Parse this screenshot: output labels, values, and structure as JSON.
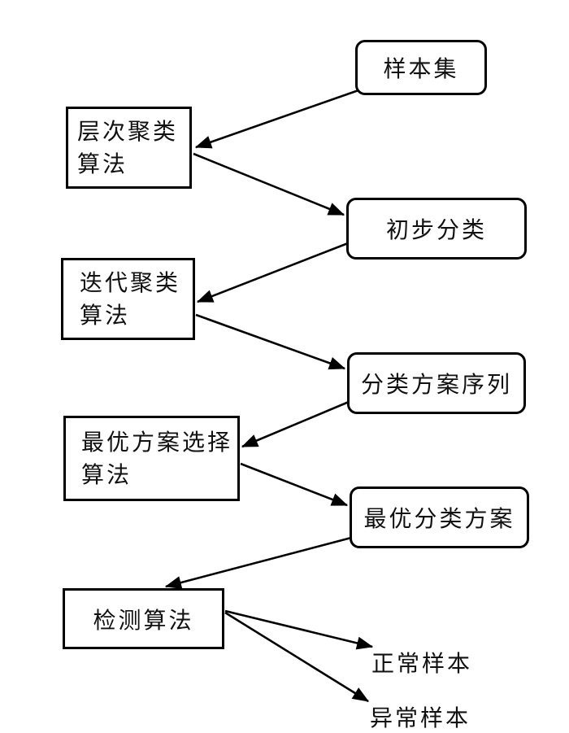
{
  "diagram": {
    "colors": {
      "stroke": "#000000",
      "background": "#ffffff",
      "text": "#111111"
    },
    "nodes": {
      "sample_set": {
        "label": "样本集",
        "shape": "rounded"
      },
      "hierarchical_clustering": {
        "line1": "层次聚类",
        "line2": "算法",
        "shape": "rect"
      },
      "preliminary_classification": {
        "label": "初步分类",
        "shape": "rounded"
      },
      "iterative_clustering": {
        "line1": "迭代聚类",
        "line2": "算法",
        "shape": "rect"
      },
      "scheme_sequence": {
        "label": "分类方案序列",
        "shape": "rounded"
      },
      "optimal_selection": {
        "line1": "最优方案选择",
        "line2": "算法",
        "shape": "rect"
      },
      "optimal_scheme": {
        "label": "最优分类方案",
        "shape": "rounded"
      },
      "detection": {
        "label": "检测算法",
        "shape": "rect"
      },
      "normal_samples": {
        "label": "正常样本",
        "shape": "text"
      },
      "abnormal_samples": {
        "label": "异常样本",
        "shape": "text"
      }
    },
    "edges": [
      {
        "from": "sample_set",
        "to": "hierarchical_clustering"
      },
      {
        "from": "hierarchical_clustering",
        "to": "preliminary_classification"
      },
      {
        "from": "preliminary_classification",
        "to": "iterative_clustering"
      },
      {
        "from": "iterative_clustering",
        "to": "scheme_sequence"
      },
      {
        "from": "scheme_sequence",
        "to": "optimal_selection"
      },
      {
        "from": "optimal_selection",
        "to": "optimal_scheme"
      },
      {
        "from": "optimal_scheme",
        "to": "detection"
      },
      {
        "from": "detection",
        "to": "normal_samples"
      },
      {
        "from": "detection",
        "to": "abnormal_samples"
      }
    ]
  }
}
